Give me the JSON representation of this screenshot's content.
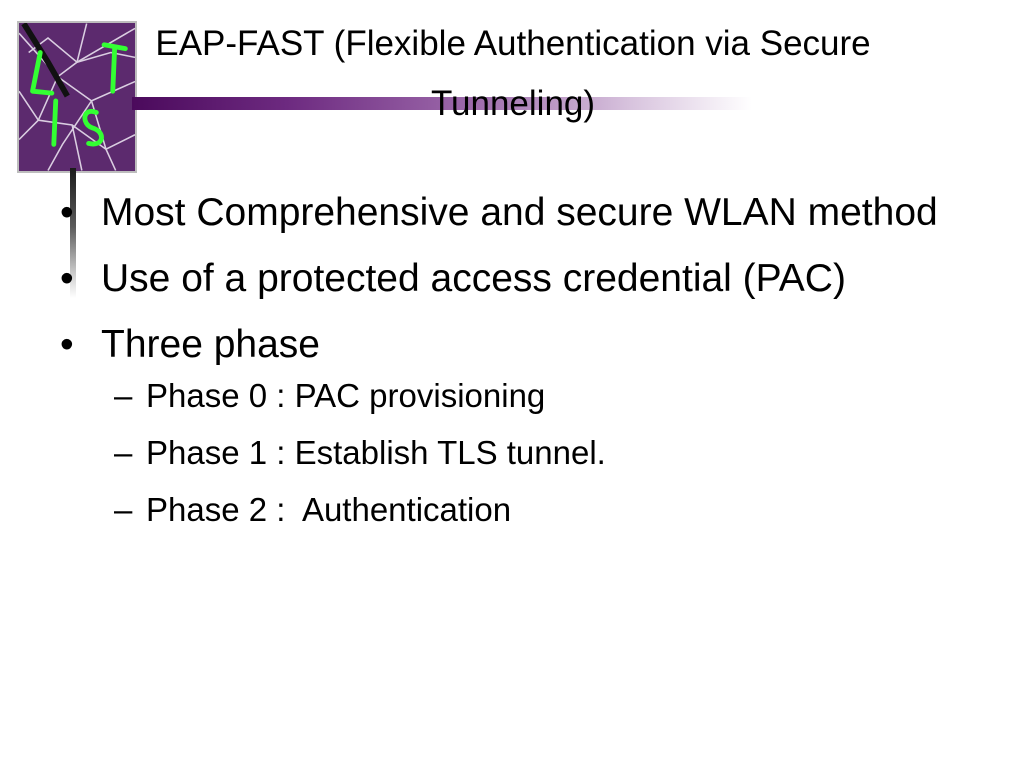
{
  "slide": {
    "title": "EAP-FAST (Flexible Authentication via Secure Tunneling)",
    "bullet_glyph": "•",
    "sub_glyph": "–",
    "bullets": [
      {
        "text": "Most Comprehensive and secure WLAN method"
      },
      {
        "text": "Use of a protected access credential (PAC)"
      },
      {
        "text": "Three phase"
      }
    ],
    "sub_bullets": [
      {
        "text": "Phase 0 : PAC provisioning"
      },
      {
        "text": "Phase 1 : Establish TLS tunnel."
      },
      {
        "text": "Phase 2 :  Authentication"
      }
    ]
  },
  "logo": {
    "icon": "cracked-glass-logo-icon",
    "letters": [
      "L",
      "T",
      "I",
      "S"
    ],
    "background_color": "#5c2a6e",
    "letter_color": "#33ff33"
  },
  "colors": {
    "accent_purple": "#4b0a5c",
    "text": "#000000",
    "background": "#ffffff"
  }
}
